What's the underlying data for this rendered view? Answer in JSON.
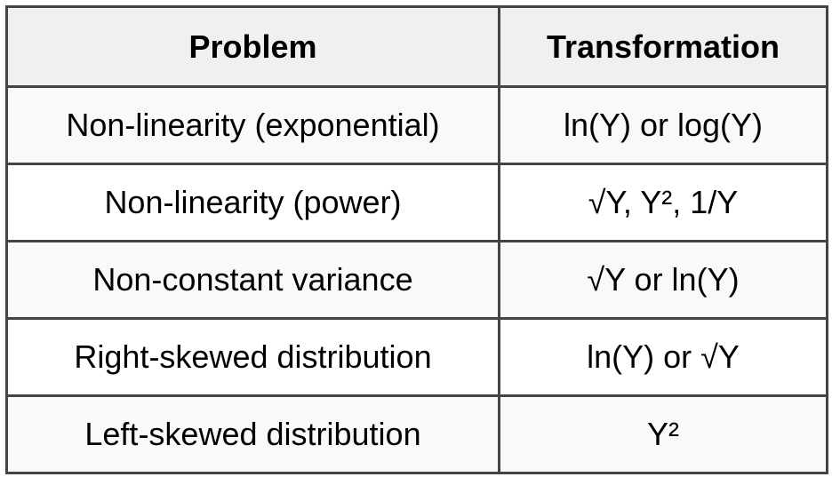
{
  "table": {
    "columns": [
      {
        "label": "Problem"
      },
      {
        "label": "Transformation"
      }
    ],
    "rows": [
      {
        "problem": "Non-linearity (exponential)",
        "transformation": "ln(Y) or log(Y)"
      },
      {
        "problem": "Non-linearity (power)",
        "transformation": "√Y, Y², 1/Y"
      },
      {
        "problem": "Non-constant variance",
        "transformation": "√Y or ln(Y)"
      },
      {
        "problem": "Right-skewed distribution",
        "transformation": "ln(Y) or √Y"
      },
      {
        "problem": "Left-skewed distribution",
        "transformation": "Y²"
      }
    ]
  },
  "colors": {
    "border": "#444444",
    "header_bg": "#f0f0f0",
    "row_alt_bg": "#f9f9f9",
    "row_bg": "#ffffff",
    "text": "#000000"
  }
}
